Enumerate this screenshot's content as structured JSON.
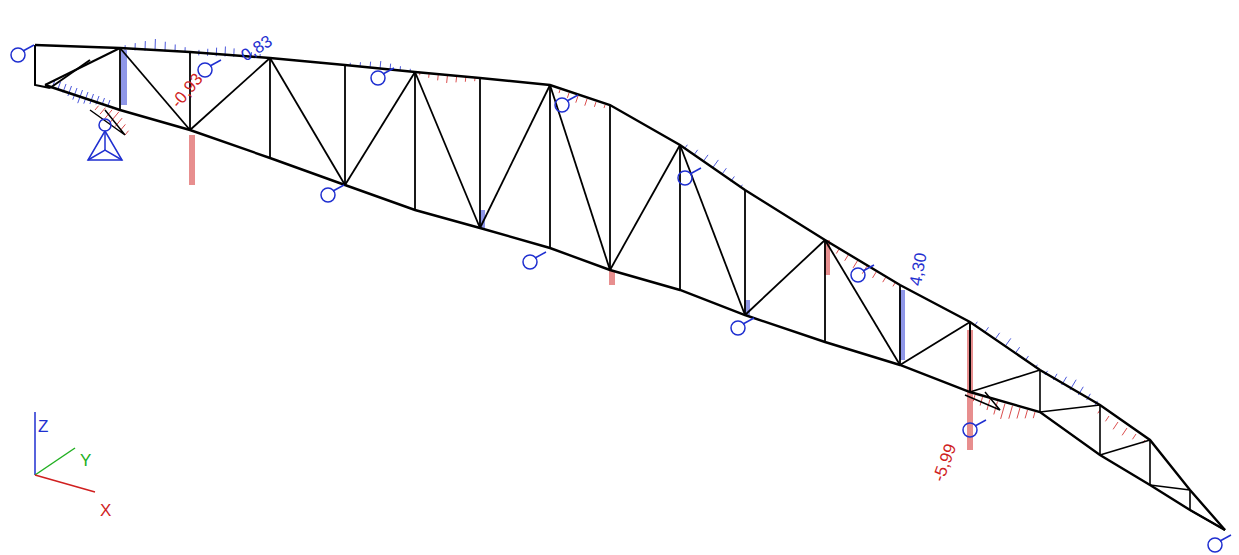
{
  "diagram": {
    "labels": [
      "0,83",
      "-0,93",
      "4,30",
      "-5,99",
      "Z",
      "Y",
      "X"
    ]
  }
}
